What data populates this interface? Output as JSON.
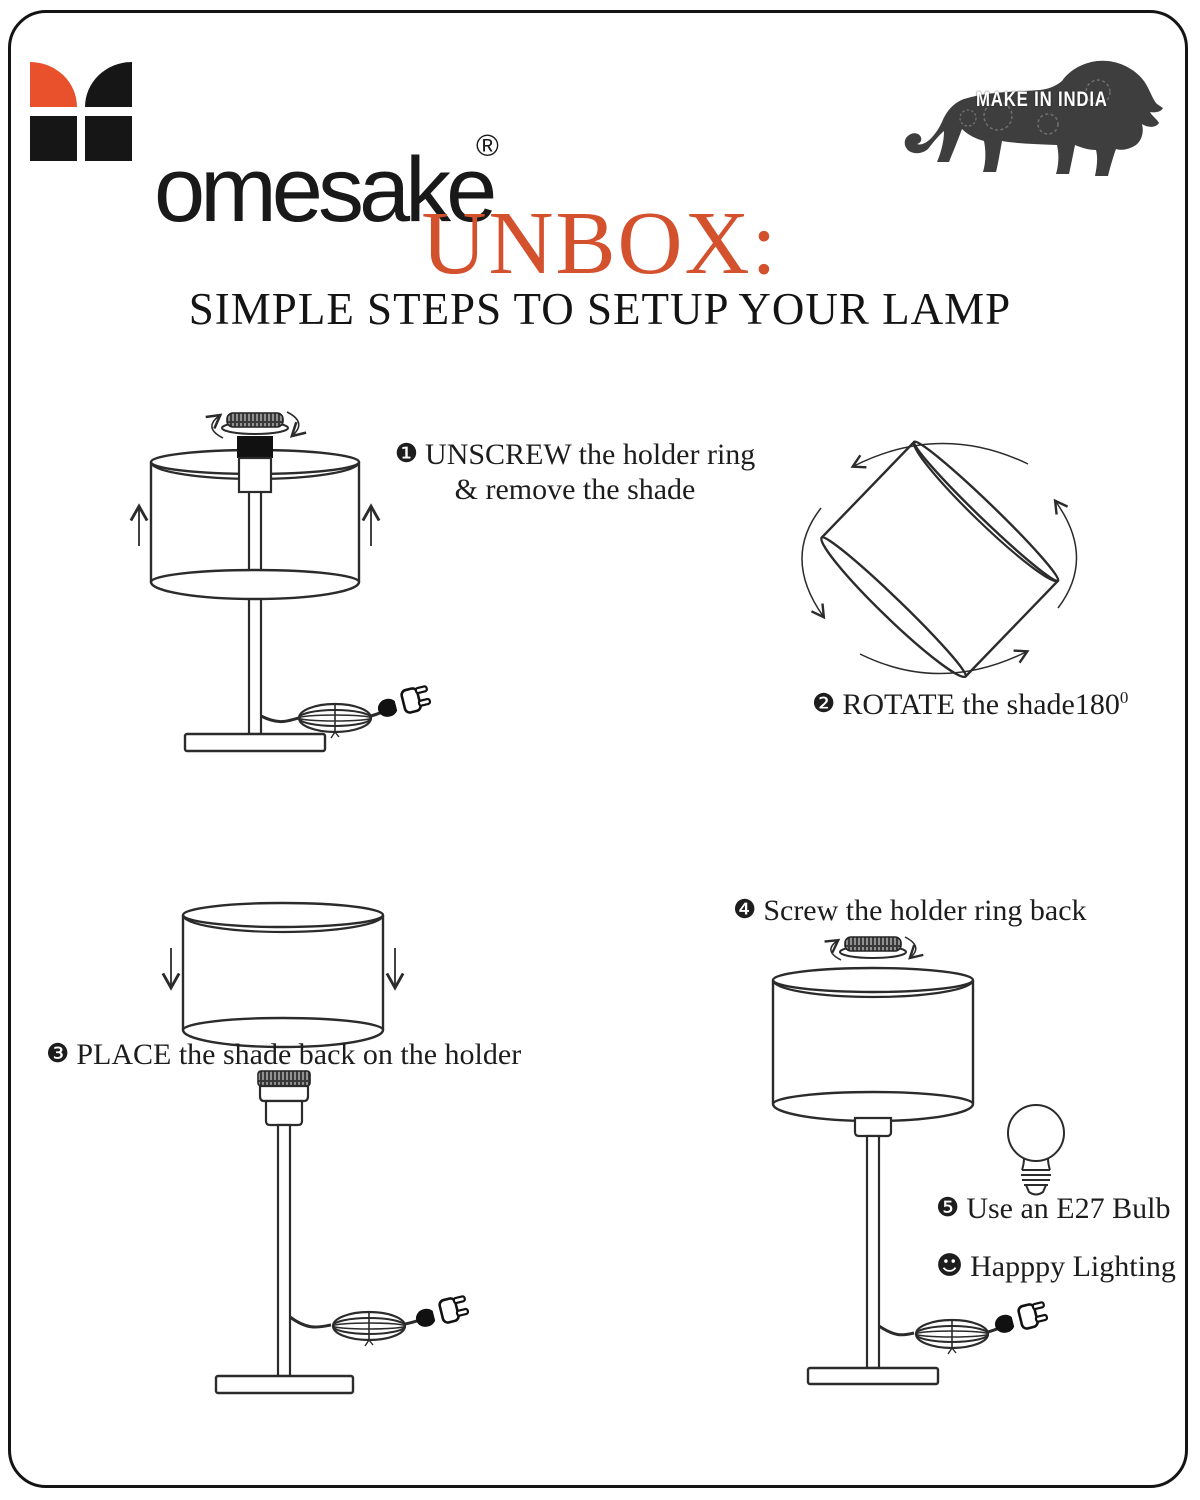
{
  "brand": {
    "wordmark": "omesake",
    "registered_mark": "®"
  },
  "make_in_india": {
    "label": "MAKE IN INDIA"
  },
  "heading": {
    "title": "UNBOX:",
    "subtitle": "SIMPLE STEPS TO SETUP YOUR LAMP"
  },
  "steps": {
    "unscrew": {
      "bullet": "❶",
      "text_line1": "UNSCREW the holder ring",
      "text_line2": "& remove the shade"
    },
    "rotate": {
      "bullet": "❷",
      "text": "ROTATE the shade",
      "degrees": "180",
      "degrees_superscript": "0"
    },
    "place": {
      "bullet": "❸",
      "text": "PLACE the shade back on the holder"
    },
    "screw": {
      "bullet": "❹",
      "text": "Screw the holder ring back"
    },
    "bulb": {
      "bullet": "❺",
      "text": "Use an E27 Bulb"
    },
    "happy": {
      "bullet": "☻",
      "text": "Happpy Lighting"
    }
  },
  "colors": {
    "accent_orange": "#d4512e",
    "logo_orange": "#e8512c",
    "ink": "#1d1d1d",
    "line_art": "#2b2b2b"
  }
}
